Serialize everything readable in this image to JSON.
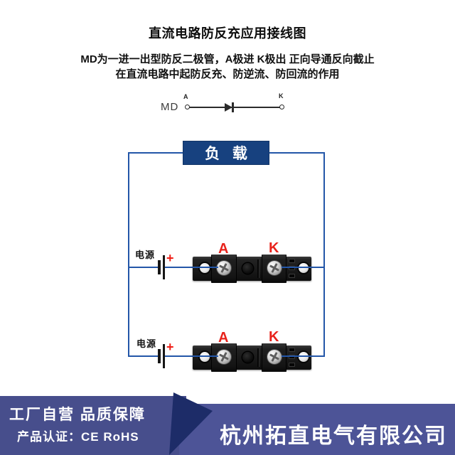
{
  "header": {
    "title": "直流电路防反充应用接线图",
    "desc_line1": "MD为一进一出型防反二极管，A极进 K极出  正向导通反向截止",
    "desc_line2": "在直流电路中起防反充、防逆流、防回流的作用"
  },
  "diode_symbol": {
    "name": "MD",
    "anode_label": "A",
    "cathode_label": "K"
  },
  "circuit": {
    "load_label": "负 载",
    "branches": [
      {
        "source_label": "电源",
        "plus_sign": "+",
        "anode_label": "A",
        "cathode_label": "K"
      },
      {
        "source_label": "电源",
        "plus_sign": "+",
        "anode_label": "A",
        "cathode_label": "K"
      }
    ]
  },
  "footer": {
    "slogan_line1": "工厂自营  品质保障",
    "slogan_line2": "产品认证：CE RoHS",
    "company": "杭州拓直电气有限公司"
  },
  "icons": {
    "module": "diode-module-photo",
    "battery": "battery-symbol",
    "diode": "diode-schematic-symbol"
  },
  "colors": {
    "wire_blue": "#2356a8",
    "load_box_blue": "#17417f",
    "label_red": "#e8231c",
    "banner_left": "#474e8c",
    "banner_right": "#4d5497",
    "banner_dark_triangle": "#1d2c68",
    "module_black": "#191919"
  }
}
